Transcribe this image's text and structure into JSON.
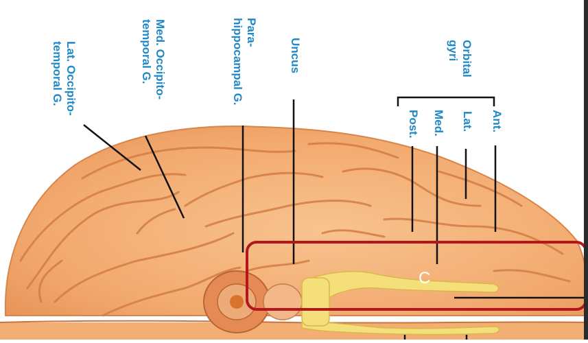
{
  "labels": {
    "lat_occipitotemporal": [
      "Lat. Occipito-",
      "temporal G."
    ],
    "med_occipitotemporal": [
      "Med. Occipito-",
      "temporal G."
    ],
    "parahippocampal": [
      "Para-",
      "hippocampal G."
    ],
    "uncus": "Uncus",
    "orbital_gyri": [
      "Orbital",
      "gyri"
    ],
    "ant": "Ant.",
    "lat": "Lat.",
    "med": "Med.",
    "post": "Post."
  },
  "highlight": {
    "letter": "C",
    "box_color": "#b4161b"
  },
  "colors": {
    "label_blue": "#1f88c6",
    "brain": "#f5b27a",
    "sulcus": "#d6834a",
    "nerve": "#f4df7a"
  }
}
